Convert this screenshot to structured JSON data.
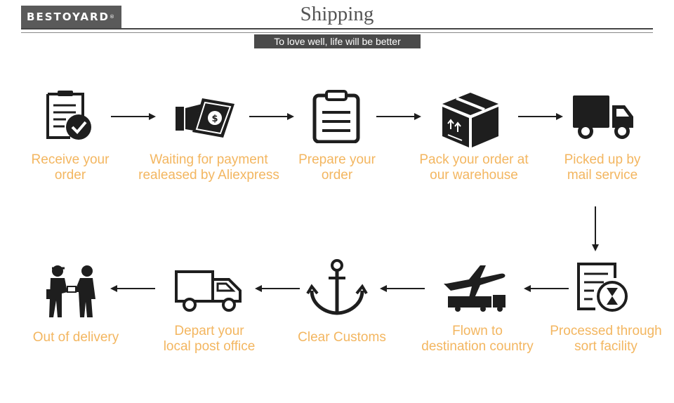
{
  "header": {
    "logo_text": "BESTOYARD",
    "logo_mark": "®",
    "title": "Shipping",
    "tagline": "To love well, life will be better"
  },
  "colors": {
    "label": "#f3b660",
    "icon": "#1e1e1e",
    "header_bar": "#5a5a5a"
  },
  "steps": [
    {
      "icon": "clipboard-check-icon",
      "line1": "Receive your",
      "line2": "order"
    },
    {
      "icon": "hand-money-icon",
      "line1": "Waiting for payment",
      "line2": "realeased by Aliexpress"
    },
    {
      "icon": "clipboard-list-icon",
      "line1": "Prepare your",
      "line2": "order"
    },
    {
      "icon": "package-box-icon",
      "line1": "Pack your order at",
      "line2": "our warehouse"
    },
    {
      "icon": "delivery-truck-icon",
      "line1": "Picked up by",
      "line2": "mail service"
    },
    {
      "icon": "document-hourglass-icon",
      "line1": "Processed through",
      "line2": "sort facility"
    },
    {
      "icon": "airplane-cargo-icon",
      "line1": "Flown to",
      "line2": "destination country"
    },
    {
      "icon": "anchor-icon",
      "line1": "Clear Customs",
      "line2": ""
    },
    {
      "icon": "truck-outline-icon",
      "line1": "Depart your",
      "line2": "local post office"
    },
    {
      "icon": "courier-handover-icon",
      "line1": "Out of delivery",
      "line2": ""
    }
  ]
}
